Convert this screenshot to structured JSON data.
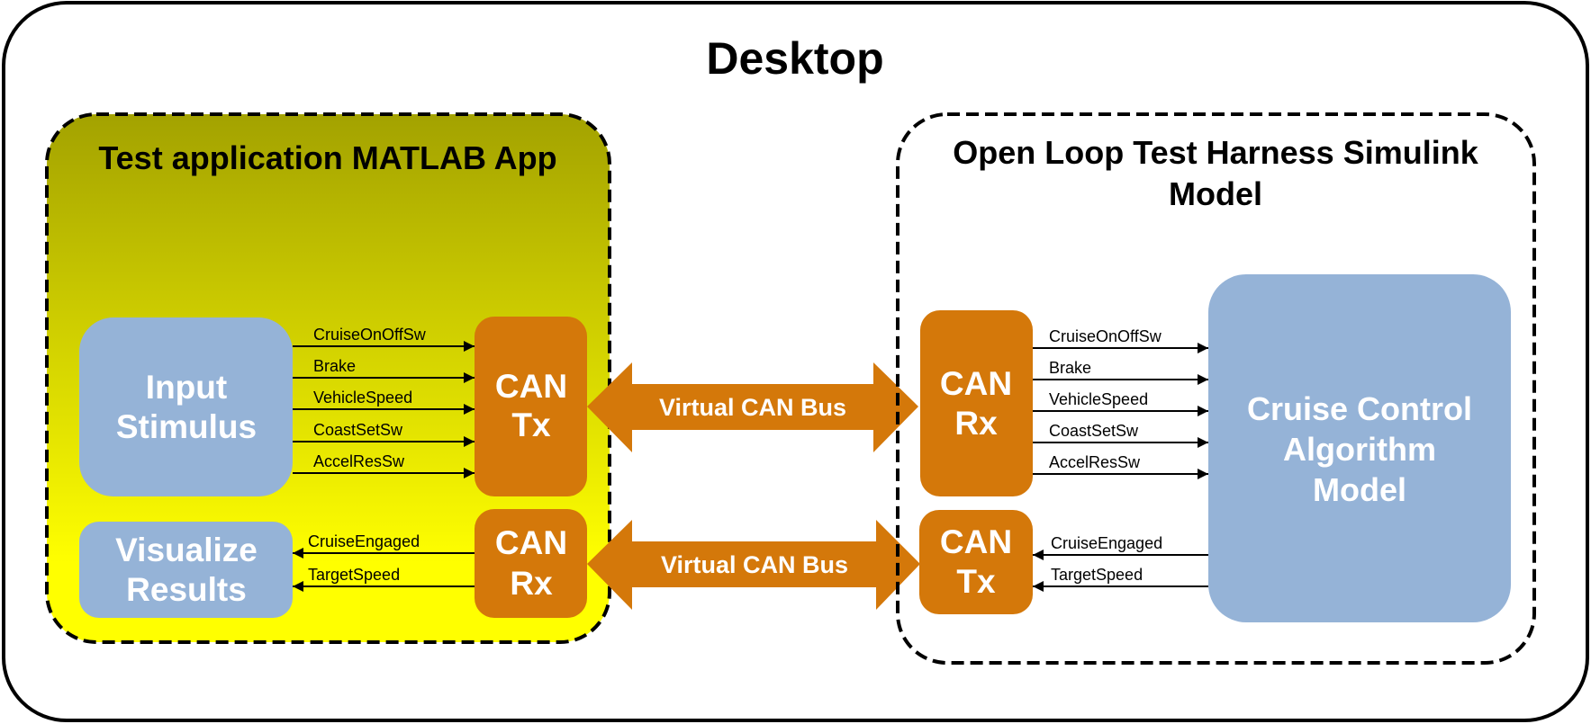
{
  "desktop": {
    "title": "Desktop"
  },
  "colors": {
    "block_blue": "#95B3D7",
    "can_orange": "#D4780A",
    "app_gradient_top": "#A3A200",
    "app_gradient_bottom": "#FFFF00"
  },
  "test_app": {
    "title": "Test application MATLAB App",
    "input_stimulus": {
      "line1": "Input",
      "line2": "Stimulus"
    },
    "visualize_results": {
      "line1": "Visualize",
      "line2": "Results"
    },
    "can_tx": {
      "line1": "CAN",
      "line2": "Tx"
    },
    "can_rx": {
      "line1": "CAN",
      "line2": "Rx"
    },
    "tx_signals": [
      "CruiseOnOffSw",
      "Brake",
      "VehicleSpeed",
      "CoastSetSw",
      "AccelResSw"
    ],
    "rx_signals": [
      "CruiseEngaged",
      "TargetSpeed"
    ]
  },
  "bus": {
    "top_label": "Virtual CAN Bus",
    "bottom_label": "Virtual CAN Bus"
  },
  "harness": {
    "title_line1": "Open Loop Test Harness Simulink",
    "title_line2": "Model",
    "can_rx": {
      "line1": "CAN",
      "line2": "Rx"
    },
    "can_tx": {
      "line1": "CAN",
      "line2": "Tx"
    },
    "algorithm": {
      "line1": "Cruise Control",
      "line2": "Algorithm",
      "line3": "Model"
    },
    "rx_signals": [
      "CruiseOnOffSw",
      "Brake",
      "VehicleSpeed",
      "CoastSetSw",
      "AccelResSw"
    ],
    "tx_signals": [
      "CruiseEngaged",
      "TargetSpeed"
    ]
  }
}
